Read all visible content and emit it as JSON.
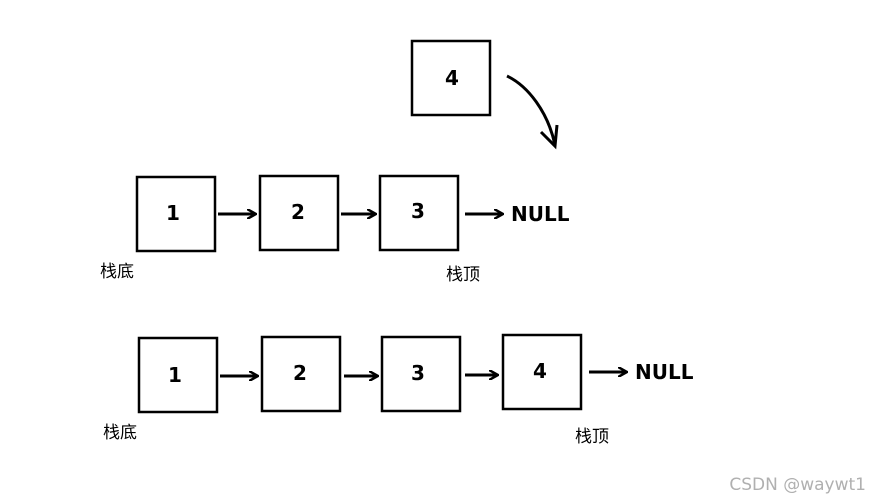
{
  "pushed_node": {
    "label": "4"
  },
  "before": {
    "nodes": [
      "1",
      "2",
      "3"
    ],
    "terminator": "NULL",
    "bottom_label": "栈底",
    "top_label": "栈顶"
  },
  "after": {
    "nodes": [
      "1",
      "2",
      "3",
      "4"
    ],
    "terminator": "NULL",
    "bottom_label": "栈底",
    "top_label": "栈顶"
  },
  "watermark": "CSDN @waywt1"
}
